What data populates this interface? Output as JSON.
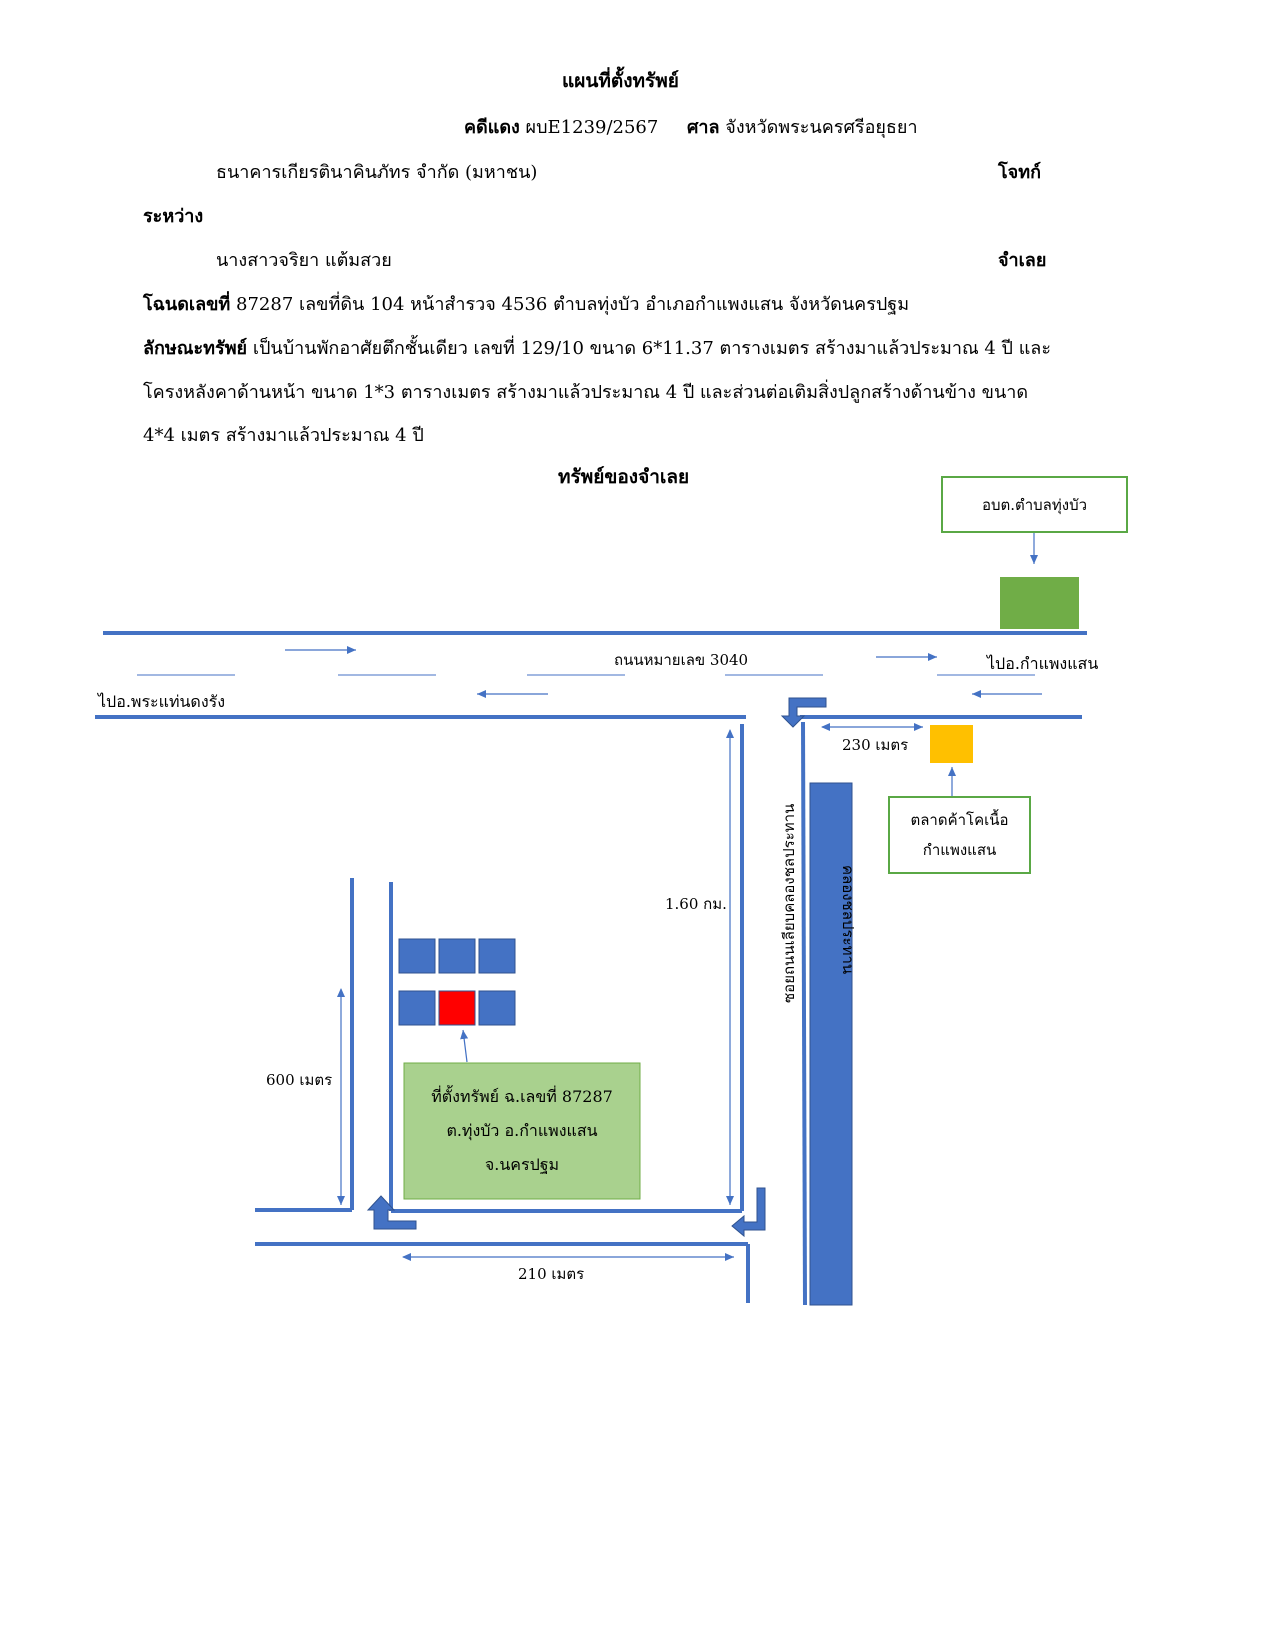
{
  "header": {
    "title": "แผนที่ตั้งทรัพย์",
    "case_label": "คดีแดง",
    "case_number": "ผบE1239/2567",
    "court_label": "ศาล",
    "court_name": "จังหวัดพระนครศรีอยุธยา"
  },
  "parties": {
    "plaintiff_name": "ธนาคารเกียรตินาคินภัทร จำกัด (มหาชน)",
    "plaintiff_role": "โจทก์",
    "between": "ระหว่าง",
    "defendant_name": "นางสาวจริยา แต้มสวย",
    "defendant_role": "จำเลย"
  },
  "deed": {
    "label": "โฉนดเลขที่",
    "text": "87287 เลขที่ดิน 104 หน้าสำรวจ 4536 ตำบลทุ่งบัว อำเภอกำแพงแสน จังหวัดนครปฐม"
  },
  "property": {
    "label": "ลักษณะทรัพย์",
    "line1": "เป็นบ้านพักอาศัยตึกชั้นเดียว เลขที่ 129/10 ขนาด 6*11.37 ตารางเมตร สร้างมาแล้วประมาณ 4 ปี และ",
    "line2": "โครงหลังคาด้านหน้า ขนาด 1*3 ตารางเมตร สร้างมาแล้วประมาณ 4 ปี และส่วนต่อเติมสิ่งปลูกสร้างด้านข้าง ขนาด",
    "line3": "4*4 เมตร สร้างมาแล้วประมาณ 4 ปี"
  },
  "section_title": "ทรัพย์ของจำเลย",
  "map": {
    "sao_box": "อบต.ตำบลทุ่งบัว",
    "road_name": "ถนนหมายเลข 3040",
    "to_right": "ไปอ.กำแพงแสน",
    "to_left": "ไปอ.พระแท่นดงรัง",
    "dist_230": "230 เมตร",
    "market_line1": "ตลาดค้าโคเนื้อ",
    "market_line2": "กำแพงแสน",
    "soi_label": "ซอยถนนเลียบคลองชลประทาน",
    "canal_label": "คลองชลประทาน",
    "dist_160": "1.60 กม.",
    "dist_600": "600 เมตร",
    "dist_210": "210 เมตร",
    "location_line1": "ที่ตั้งทรัพย์ ฉ.เลขที่ 87287",
    "location_line2": "ต.ทุ่งบัว อ.กำแพงแสน",
    "location_line3": "จ.นครปฐม",
    "colors": {
      "road_blue": "#4472c4",
      "green_block": "#70ad47",
      "market_yellow": "#ffc000",
      "target_red": "#ff0000",
      "box_border": "#5aa845",
      "location_fill": "#a9d18e"
    }
  }
}
